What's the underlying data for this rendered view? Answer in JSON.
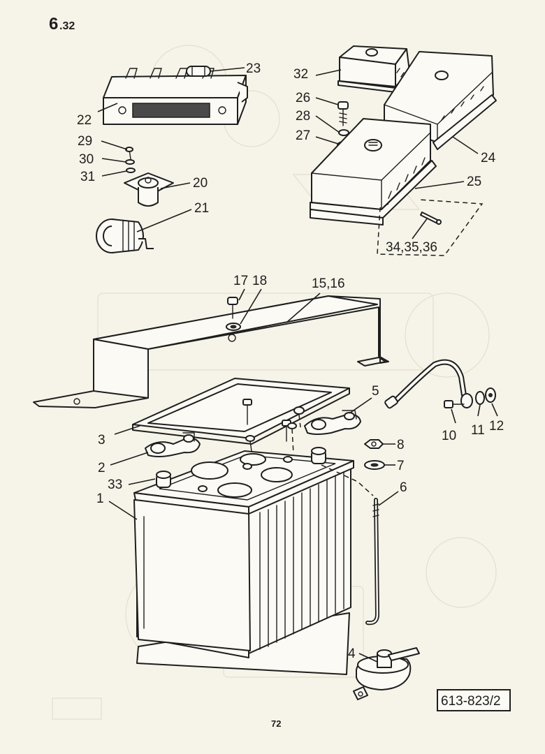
{
  "section": {
    "number": "6",
    "sub": ".32"
  },
  "page_number": "72",
  "drawing_ref": "613-823/2",
  "callouts": {
    "c1": "1",
    "c2": "2",
    "c3": "3",
    "c4": "4",
    "c5": "5",
    "c6": "6",
    "c7": "7",
    "c8": "8",
    "c10": "10",
    "c11": "11",
    "c12": "12",
    "c15_16": "15,16",
    "c17": "17",
    "c18": "18",
    "c20": "20",
    "c21": "21",
    "c22": "22",
    "c23": "23",
    "c24": "24",
    "c25": "25",
    "c26": "26",
    "c27": "27",
    "c28": "28",
    "c29": "29",
    "c30": "30",
    "c31": "31",
    "c32": "32",
    "c33": "33",
    "c34_35_36": "34,35,36"
  }
}
